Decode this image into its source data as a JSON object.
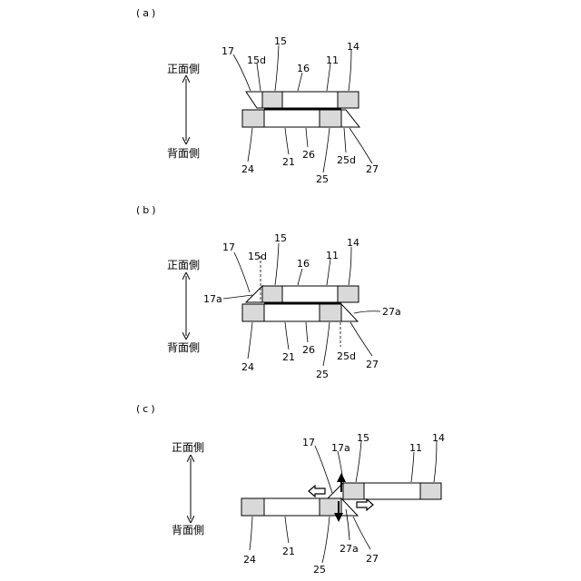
{
  "panels": {
    "a": {
      "label": "(a)",
      "front_label": "正面側",
      "back_label": "背面側",
      "refs": {
        "r17": "17",
        "r15d": "15d",
        "r15": "15",
        "r16": "16",
        "r11": "11",
        "r14": "14",
        "r24": "24",
        "r21": "21",
        "r26": "26",
        "r25": "25",
        "r25d": "25d",
        "r27": "27"
      }
    },
    "b": {
      "label": "(b)",
      "front_label": "正面側",
      "back_label": "背面側",
      "refs": {
        "r17": "17",
        "r15d": "15d",
        "r15": "15",
        "r16": "16",
        "r11": "11",
        "r14": "14",
        "r17a": "17a",
        "r27a": "27a",
        "r24": "24",
        "r21": "21",
        "r26": "26",
        "r25": "25",
        "r25d": "25d",
        "r27": "27"
      }
    },
    "c": {
      "label": "(c)",
      "front_label": "正面側",
      "back_label": "背面側",
      "refs": {
        "r17": "17",
        "r17a": "17a",
        "r15": "15",
        "r11": "11",
        "r14": "14",
        "r24": "24",
        "r21": "21",
        "r25": "25",
        "r27a": "27a",
        "r27": "27"
      }
    }
  },
  "colors": {
    "stroke": "#000000",
    "gray_segment": "#d9d9d9",
    "white_segment": "#ffffff"
  }
}
